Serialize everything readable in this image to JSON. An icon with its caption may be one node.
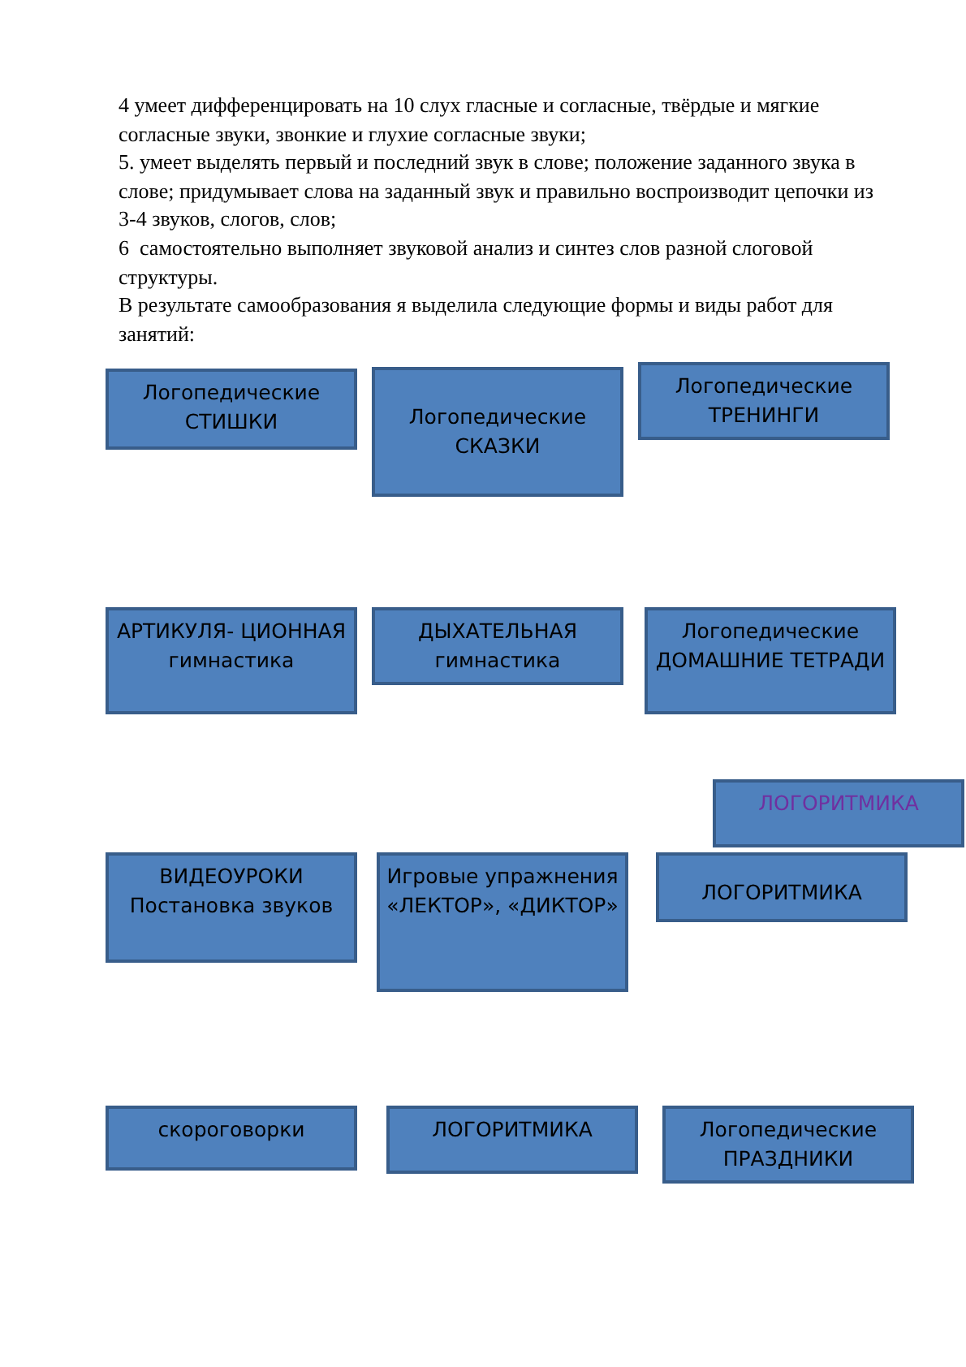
{
  "diagram": {
    "nodes": [
      {
        "text": [
          "Логопедические СТИШКИ"
        ]
      },
      {
        "text": [
          "Логопедические СКАЗКИ"
        ]
      },
      {
        "text": [
          "Логопедические ТРЕНИНГИ"
        ]
      },
      {
        "text": [
          "АРТИКУЛЯ- ЦИОННАЯ гимнастика"
        ]
      },
      {
        "text": [
          "ДЫХАТЕЛЬНАЯ гимнастика"
        ]
      },
      {
        "text": [
          "Логопедические ДОМАШНИЕ ТЕТРАДИ"
        ]
      },
      {
        "text": [
          "ЛОГОРИТМИКА"
        ]
      },
      {
        "text": [
          "ВИДЕОУРОКИ Постановка звуков"
        ]
      },
      {
        "text": [
          "Игровые упражнения «ЛЕКТОР», «ДИКТОР»"
        ]
      },
      {
        "text": [
          "ЛОГОРИТМИКА"
        ]
      },
      {
        "text": [
          "скороговорки"
        ]
      },
      {
        "text": [
          "ЛОГОРИТМИКА"
        ]
      },
      {
        "text": [
          "Логопедические ПРАЗДНИКИ"
        ]
      }
    ],
    "labels": [
      "4 умеет дифференцировать на 10 слух гласные и согласные, твёрдые и мягкие согласные звуки, звонкие и глухие согласные звуки;",
      "5. умеет выделять первый и последний звук в слове; положение заданного звука в слове; придумывает слова на заданный звук и правильно воспроизводит цепочки из 3-4 звуков, слогов, слов;",
      "6  самостоятельно выполняет звуковой анализ и синтез слов разной слоговой структуры.",
      "В результате самообразования я выделила следующие формы и виды работ для занятий:"
    ]
  }
}
